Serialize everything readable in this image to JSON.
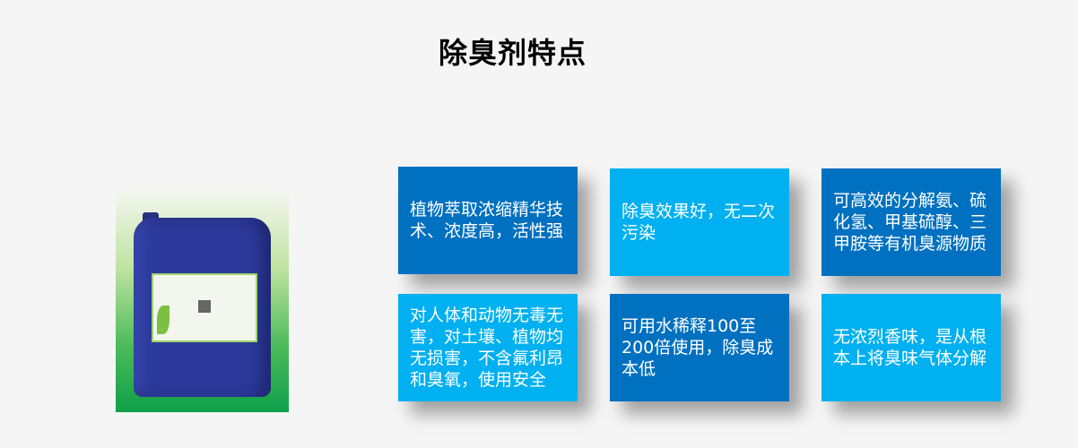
{
  "title": "除臭剂特点",
  "colors": {
    "dark": "#0070c0",
    "light": "#00b0f0"
  },
  "features": [
    {
      "text": "植物萃取浓缩精华技术、浓度高，活性强",
      "color": "dark"
    },
    {
      "text": "除臭效果好，无二次污染",
      "color": "light"
    },
    {
      "text": "可高效的分解氨、硫化氢、甲基硫醇、三甲胺等有机臭源物质",
      "color": "dark"
    },
    {
      "text": "对人体和动物无毒无害，对土壤、植物均无损害，不含氟利昂和臭氧，使用安全",
      "color": "light"
    },
    {
      "text": "可用水稀释100至200倍使用，除臭成本低",
      "color": "dark"
    },
    {
      "text": "无浓烈香味，是从根本上将臭味气体分解",
      "color": "light"
    }
  ]
}
